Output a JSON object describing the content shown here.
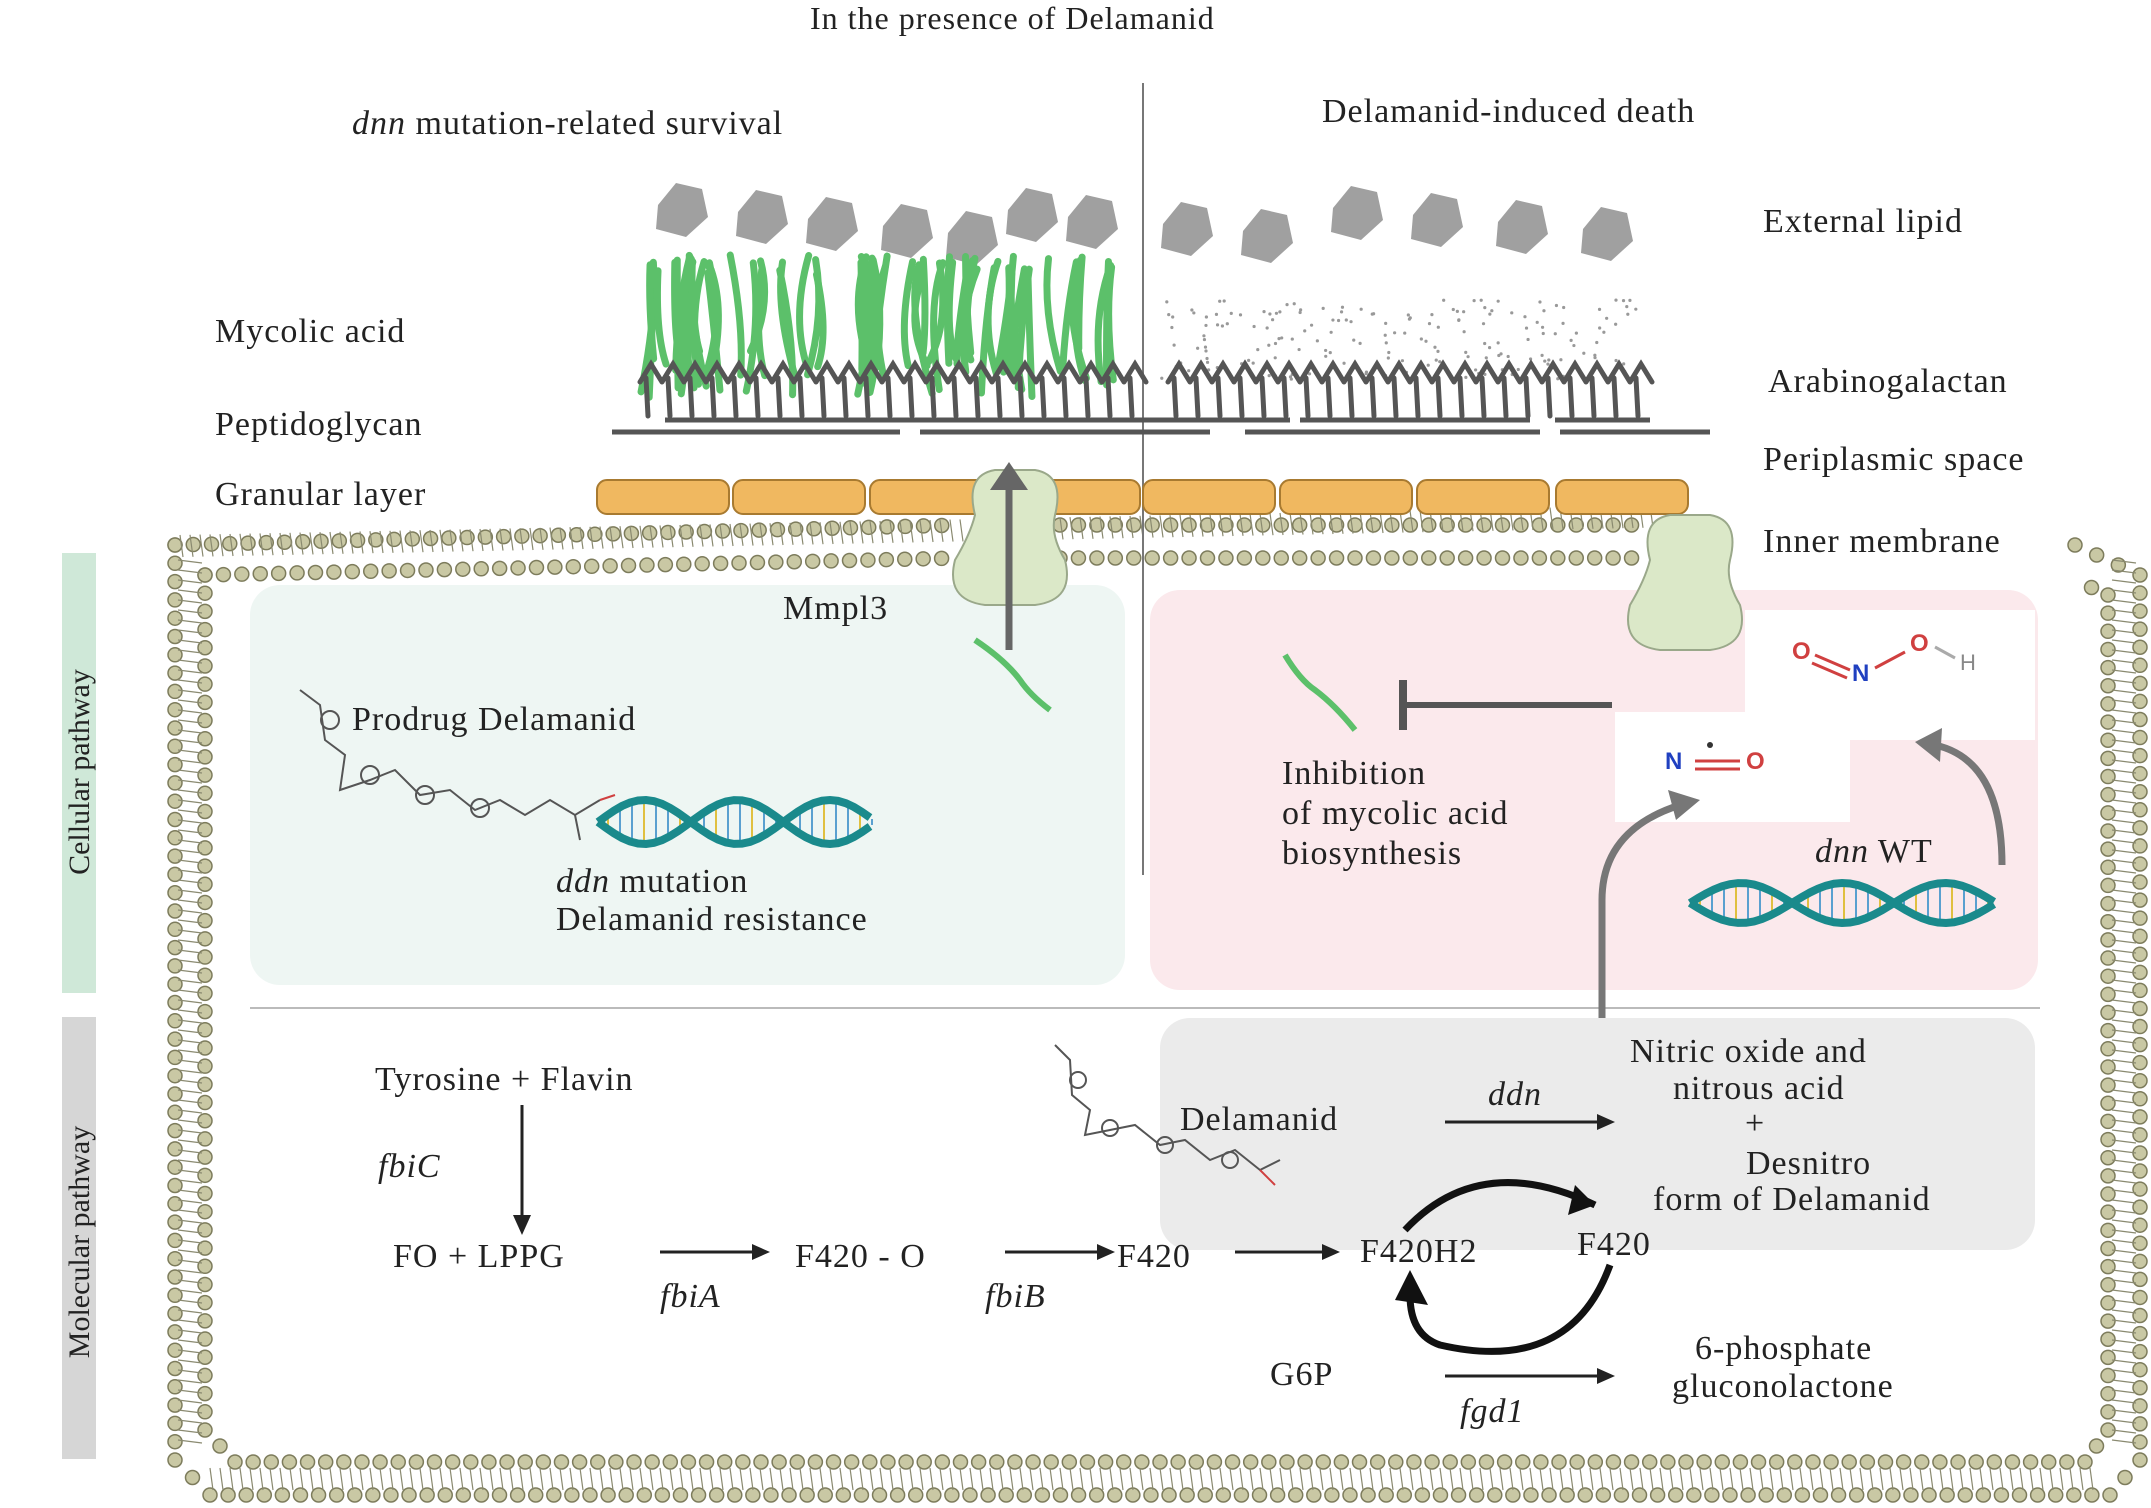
{
  "title": "In the presence of Delamanid",
  "panels": {
    "left_header_italic": "dnn",
    "left_header_rest": " mutation-related survival",
    "right_header": "Delamanid-induced death"
  },
  "layers": {
    "external_lipid": "External lipid",
    "mycolic_acid": "Mycolic acid",
    "arabinogalactan": "Arabinogalactan",
    "peptidoglycan": "Peptidoglycan",
    "periplasmic_space": "Periplasmic space",
    "granular_layer": "Granular layer",
    "inner_membrane": "Inner membrane"
  },
  "cellular": {
    "side_label": "Cellular pathway",
    "transporter": "Mmpl3",
    "prodrug": "Prodrug Delamanid",
    "ddn_italic": "ddn",
    "ddn_mutation_rest": " mutation",
    "resistance": "Delamanid resistance",
    "inhibition_1": "Inhibition",
    "inhibition_2": "of mycolic acid",
    "inhibition_3": "biosynthesis",
    "dnn_wt_italic": "dnn",
    "dnn_wt_rest": " WT",
    "no_atom_n": "N",
    "no_atom_o": "O",
    "hno2_o1": "O",
    "hno2_n": "N",
    "hno2_o2": "O",
    "hno2_h": "H"
  },
  "molecular": {
    "side_label": "Molecular pathway",
    "tyrosine": "Tyrosine + Flavin",
    "fbic": "fbiC",
    "fo_lppg": "FO + LPPG",
    "fbia": "fbiA",
    "f420_o": "F420 - O",
    "fbib": "fbiB",
    "f420": "F420",
    "f420h2": "F420H2",
    "f420_cycle": "F420",
    "delamanid": "Delamanid",
    "ddn": "ddn",
    "nitric_1": "Nitric oxide and",
    "nitric_2": "nitrous acid",
    "plus": "+",
    "desnitro_1": "Desnitro",
    "desnitro_2": "form of Delamanid",
    "g6p": "G6P",
    "fgd1": "fgd1",
    "gluco_1": "6-phosphate",
    "gluco_2": "gluconolactone"
  },
  "colors": {
    "membrane_bead": "#c9c8a4",
    "granular": "#f0b860",
    "mycolic": "#5cc06a",
    "lipid": "#a0a0a0",
    "left_panel_bg": "#eef6f3",
    "right_panel_bg": "#fbe9ec",
    "molecular_box": "#ebebeb",
    "dna_teal": "#1a8a8c",
    "transporter": "#dbe8c8"
  }
}
